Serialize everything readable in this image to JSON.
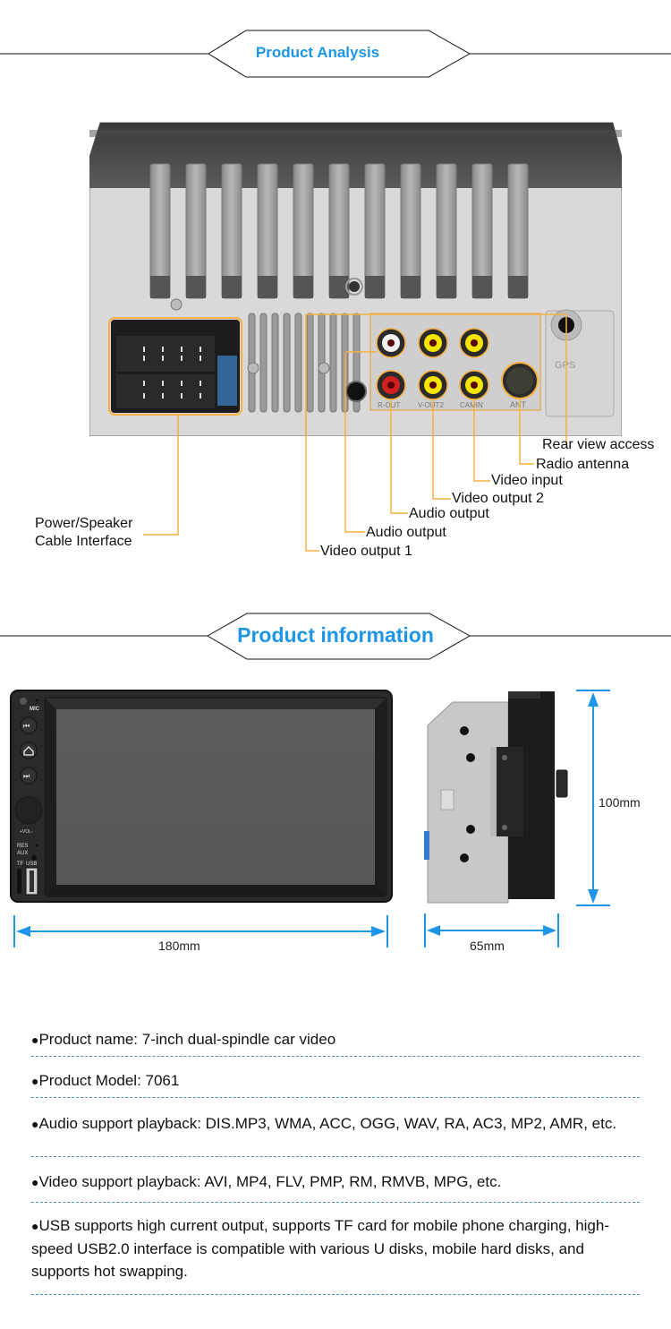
{
  "sections": {
    "analysis_title": "Product Analysis",
    "info_title": "Product information"
  },
  "colors": {
    "accent_blue": "#1e96e8",
    "callout_orange": "#f5b041",
    "dash_divider": "#4a8fa8"
  },
  "rear_panel": {
    "port_labels": {
      "r_out": "R-OUT",
      "v_out2": "V-OUT2",
      "cam_in": "CAMIN",
      "ant": "ANT",
      "gps": "GPS"
    },
    "callouts": [
      {
        "id": "power",
        "label_line1": "Power/Speaker",
        "label_line2": "Cable Interface"
      },
      {
        "id": "video-out-1",
        "label": "Video output 1"
      },
      {
        "id": "audio-out-a",
        "label": "Audio output"
      },
      {
        "id": "audio-out-b",
        "label": "Audio output"
      },
      {
        "id": "video-out-2",
        "label": "Video output 2"
      },
      {
        "id": "video-in",
        "label": "Video input"
      },
      {
        "id": "radio-antenna",
        "label": "Radio antenna"
      },
      {
        "id": "rear-view",
        "label": "Rear view access"
      }
    ]
  },
  "front_panel": {
    "labels": {
      "mic": "MIC",
      "vol": "+VOL-",
      "res": "RES",
      "aux": "AUX",
      "tf": "TF",
      "usb": "USB"
    },
    "buttons": [
      "prev-track",
      "home",
      "next-track"
    ]
  },
  "dimensions": {
    "width": "180mm",
    "depth": "65mm",
    "height": "100mm"
  },
  "specs": [
    {
      "text": "Product name: 7-inch dual-spindle car video"
    },
    {
      "text": "Product Model: 7061"
    },
    {
      "text": "Audio support playback: DIS.MP3, WMA, ACC, OGG, WAV, RA, AC3, MP2, AMR, etc."
    },
    {
      "text": "Video support playback: AVI, MP4, FLV, PMP, RM, RMVB, MPG, etc."
    },
    {
      "text": "USB supports high current output, supports TF card for mobile phone charging, high-speed USB2.0 interface is compatible with various U disks, mobile hard disks, and supports hot swapping."
    }
  ],
  "bullet": "●"
}
